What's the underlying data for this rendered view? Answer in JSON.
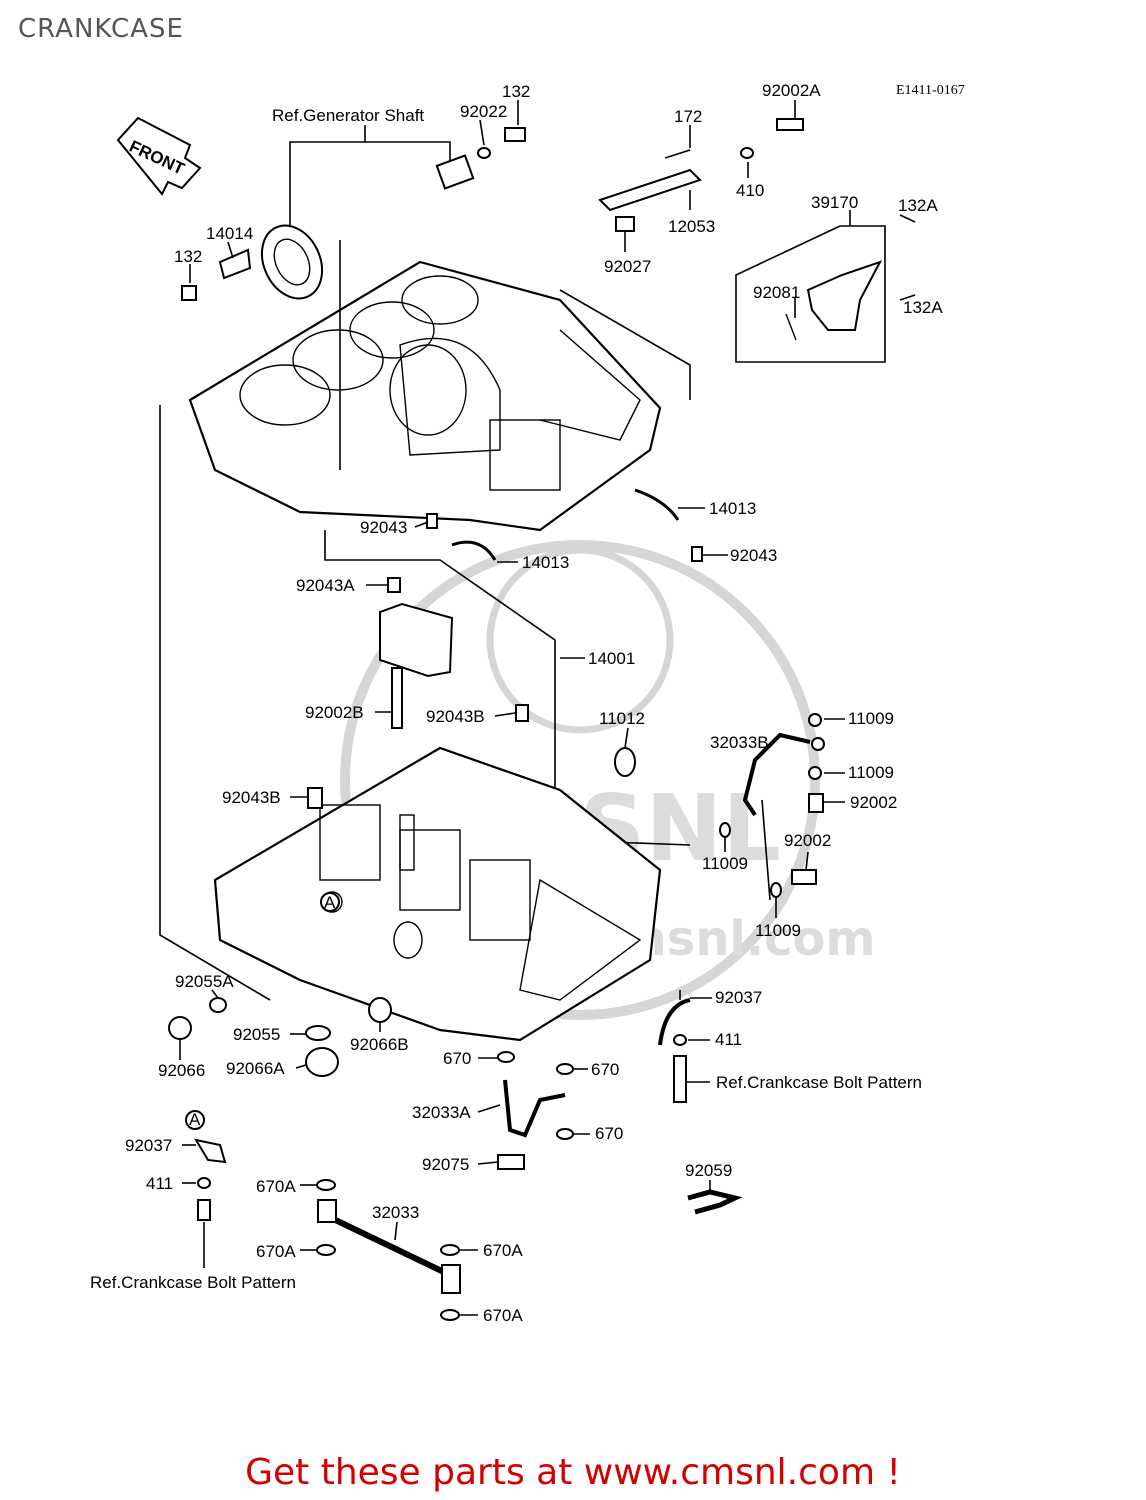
{
  "page": {
    "title": "CRANKCASE",
    "diagram_code": "E1411-0167",
    "front_label": "FRONT"
  },
  "footer": {
    "text": "Get these parts at www.cmsnl.com !"
  },
  "watermark": {
    "brand": "CMSNL",
    "site": "www.cmsnl.com"
  },
  "callouts": {
    "ref_generator_shaft": "Ref.Generator Shaft",
    "ref_crankcase_bolt_pattern_right": "Ref.Crankcase Bolt Pattern",
    "ref_crankcase_bolt_pattern_left": "Ref.Crankcase Bolt Pattern",
    "circle_a_1": "A",
    "circle_a_2": "A"
  },
  "parts": {
    "p132_top": "132",
    "p92022": "92022",
    "p172": "172",
    "p92002A": "92002A",
    "p410": "410",
    "p12053": "12053",
    "p92027": "92027",
    "p39170": "39170",
    "p132A_1": "132A",
    "p132A_2": "132A",
    "p92081": "92081",
    "p14014": "14014",
    "p132_left": "132",
    "p14013_right": "14013",
    "p92043_left": "92043",
    "p14013_mid": "14013",
    "p92043_right": "92043",
    "p92043A": "92043A",
    "p14001": "14001",
    "p92002B": "92002B",
    "p92043B_mid": "92043B",
    "p11012": "11012",
    "p11009_a": "11009",
    "p32033B": "32033B",
    "p11009_b": "11009",
    "p92002_a": "92002",
    "p92043B_left": "92043B",
    "p11009_c": "11009",
    "p92002_b": "92002",
    "p11009_d": "11009",
    "p92055A": "92055A",
    "p92037_right": "92037",
    "p92055": "92055",
    "p92066B": "92066B",
    "p411_right": "411",
    "p92066": "92066",
    "p92066A": "92066A",
    "p670_a": "670",
    "p670_b": "670",
    "p32033A": "32033A",
    "p670_c": "670",
    "p92037_left": "92037",
    "p92075": "92075",
    "p92059": "92059",
    "p411_left": "411",
    "p670A_a": "670A",
    "p32033": "32033",
    "p670A_b": "670A",
    "p670A_c": "670A",
    "p670A_d": "670A"
  }
}
